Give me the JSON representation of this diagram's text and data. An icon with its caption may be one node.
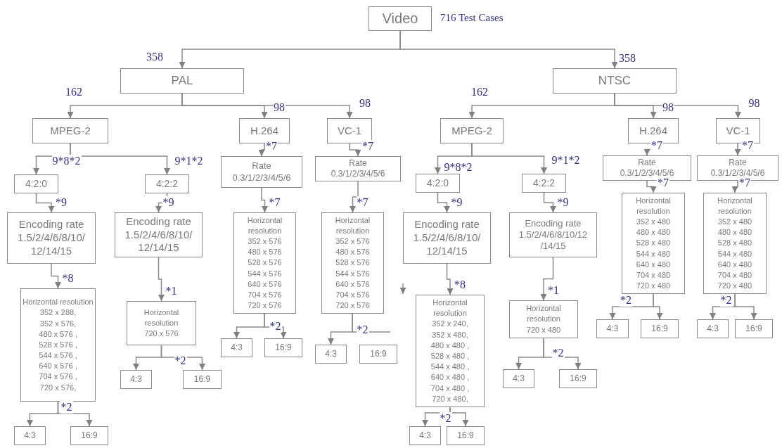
{
  "diagram": {
    "nodes": [
      {
        "text": [
          "Video"
        ],
        "beside": [
          "716 Test Cases"
        ]
      },
      {
        "text": [
          "PAL"
        ]
      },
      {
        "text": [
          "NTSC"
        ]
      },
      {
        "text": [
          "MPEG-2"
        ]
      },
      {
        "text": [
          "H.264"
        ]
      },
      {
        "text": [
          "VC-1"
        ]
      },
      {
        "text": [
          "MPEG-2"
        ]
      },
      {
        "text": [
          "H.264"
        ]
      },
      {
        "text": [
          "VC-1"
        ]
      },
      {
        "text": [
          "4:2:0"
        ]
      },
      {
        "text": [
          "4:2:2"
        ]
      },
      {
        "text": [
          "Rate",
          "0.3/1/2/3/4/5/6"
        ]
      },
      {
        "text": [
          "Rate",
          "0.3/1/2/3/4/5/6"
        ]
      },
      {
        "text": [
          "4:2:0"
        ]
      },
      {
        "text": [
          "4:2:2"
        ]
      },
      {
        "text": [
          "Rate",
          "0.3/1/2/3/4/5/6"
        ]
      },
      {
        "text": [
          "Rate",
          "0.3/1/2/3/4/5/6"
        ]
      },
      {
        "text": [
          "Encoding rate",
          "1.5/2/4/6/8/10/ 12/14/15"
        ]
      },
      {
        "text": [
          "Encoding rate",
          "1.5/2/4/6/8/10/ 12/14/15"
        ]
      },
      {
        "text": [
          "Horizontal resolution",
          "352 x 576",
          "480 x 576",
          "528 x 576",
          "544 x 576",
          "640 x 576",
          "704 x 576",
          "720 x 576"
        ]
      },
      {
        "text": [
          "Horizontal resolution",
          "352 x 576",
          "480 x 576",
          "528 x 576",
          "544 x 576",
          "640 x 576",
          "704 x 576",
          "720 x 576"
        ]
      },
      {
        "text": [
          "Encoding rate",
          "1.5/2/4/6/8/10/ 12/14/15"
        ]
      },
      {
        "text": [
          "Encoding rate",
          "1.5/2/4/6/8/10/12 /14/15"
        ]
      },
      {
        "text": [
          "Horizontal resolution",
          "352 x 480",
          "480 x 480",
          "528 x 480",
          "544 x 480",
          "640 x 480",
          "704 x 480",
          "720 x 480"
        ]
      },
      {
        "text": [
          "Horizontal resolution",
          "352 x 480",
          "480 x 480",
          "528 x 480",
          "544 x 480",
          "640 x 480",
          "704 x 480",
          "720 x 480"
        ]
      },
      {
        "text": [
          "Horizontal resolution",
          "352 x 288,",
          "352 x 576,",
          "480 x 576 ,",
          "528 x 576 ,",
          "544 x 576 ,",
          "640 x 576 ,",
          "704 x 576 ,",
          "720 x 576,"
        ]
      },
      {
        "text": [
          "Horizontal resolution",
          "720 x 576"
        ]
      },
      {
        "text": [
          "Horizontal resolution",
          "352 x 240,",
          "352 x 480,",
          "480 x 480 ,",
          "528 x 480 ,",
          "544 x 480 ,",
          "640 x 480 ,",
          "704 x 480 ,",
          "720 x 480,"
        ]
      },
      {
        "text": [
          "Horizontal resolution",
          "720 x 480"
        ]
      },
      {
        "text": [
          "4:3"
        ]
      },
      {
        "text": [
          "16:9"
        ]
      },
      {
        "text": [
          "4:3"
        ]
      },
      {
        "text": [
          "16:9"
        ]
      },
      {
        "text": [
          "4:3"
        ]
      },
      {
        "text": [
          "16:9"
        ]
      },
      {
        "text": [
          "4:3"
        ]
      },
      {
        "text": [
          "16:9"
        ]
      },
      {
        "text": [
          "4:3"
        ]
      },
      {
        "text": [
          "16:9"
        ]
      },
      {
        "text": [
          "4:3"
        ]
      },
      {
        "text": [
          "16:9"
        ]
      },
      {
        "text": [
          "4:3"
        ]
      },
      {
        "text": [
          "16:9"
        ]
      },
      {
        "text": [
          "4:3"
        ]
      },
      {
        "text": [
          "16:9"
        ]
      }
    ],
    "edges": [
      {
        "from": 0,
        "to": 1,
        "arrow": "to",
        "label": "358"
      },
      {
        "from": 0,
        "to": 2,
        "arrow": "to",
        "label": "358"
      },
      {
        "from": 1,
        "to": 3,
        "arrow": "to",
        "label": "162"
      },
      {
        "from": 1,
        "to": 4,
        "arrow": "to",
        "label": "98"
      },
      {
        "from": 1,
        "to": 5,
        "arrow": "to",
        "label": "98"
      },
      {
        "from": 2,
        "to": 6,
        "arrow": "to",
        "label": "162"
      },
      {
        "from": 2,
        "to": 7,
        "arrow": "to",
        "label": "98"
      },
      {
        "from": 2,
        "to": 8,
        "arrow": "to",
        "label": "98"
      },
      {
        "from": 3,
        "to": 9,
        "arrow": "to",
        "label": "9*8*2"
      },
      {
        "from": 3,
        "to": 10,
        "arrow": "to",
        "label": "9*1*2"
      },
      {
        "from": 4,
        "to": 11,
        "arrow": "to",
        "label": "*7"
      },
      {
        "from": 5,
        "to": 12,
        "arrow": "to",
        "label": "*7"
      },
      {
        "from": 6,
        "to": 13,
        "arrow": "to",
        "label": "9*8*2"
      },
      {
        "from": 6,
        "to": 14,
        "arrow": "to",
        "label": "9*1*2"
      },
      {
        "from": 7,
        "to": 15,
        "arrow": "to",
        "label": "*7"
      },
      {
        "from": 8,
        "to": 16,
        "arrow": "to",
        "label": "*7"
      },
      {
        "from": 9,
        "to": 17,
        "arrow": "to",
        "label": "*9"
      },
      {
        "from": 10,
        "to": 18,
        "arrow": "to",
        "label": "*9"
      },
      {
        "from": 11,
        "to": 19,
        "arrow": "to",
        "label": "*7"
      },
      {
        "from": 12,
        "to": 20,
        "arrow": "to",
        "label": "*7"
      },
      {
        "from": 13,
        "to": 21,
        "arrow": "to",
        "label": "*9"
      },
      {
        "from": 14,
        "to": 22,
        "arrow": "to",
        "label": "*9"
      },
      {
        "from": 15,
        "to": 23,
        "arrow": "to",
        "label": "*7"
      },
      {
        "from": 16,
        "to": 24,
        "arrow": "to",
        "label": "*7"
      },
      {
        "from": 17,
        "to": 25,
        "arrow": "to",
        "label": "*8"
      },
      {
        "from": 18,
        "to": 26,
        "arrow": "to",
        "label": "*1"
      },
      {
        "from": 21,
        "to": 27,
        "arrow": "to",
        "label": "*8"
      },
      {
        "from": 22,
        "to": 28,
        "arrow": "to",
        "label": "*1"
      },
      {
        "from": 25,
        "to": 29,
        "arrow": "to",
        "label": "*2"
      },
      {
        "from": 25,
        "to": 30,
        "arrow": "to"
      },
      {
        "from": 26,
        "to": 31,
        "arrow": "to",
        "label": "*2"
      },
      {
        "from": 26,
        "to": 32,
        "arrow": "to"
      },
      {
        "from": 19,
        "to": 33,
        "arrow": "to",
        "label": "*2"
      },
      {
        "from": 19,
        "to": 34,
        "arrow": "to"
      },
      {
        "from": 20,
        "to": 35,
        "arrow": "to",
        "label": "*2"
      },
      {
        "from": 20,
        "to": null,
        "arrow": "none"
      },
      {
        "from": 27,
        "to": 37,
        "arrow": "to",
        "label": "*2"
      },
      {
        "from": 27,
        "to": 38,
        "arrow": "to"
      },
      {
        "from": 28,
        "to": 39,
        "arrow": "to",
        "label": "*2"
      },
      {
        "from": 28,
        "to": 40,
        "arrow": "to"
      },
      {
        "from": 23,
        "to": 41,
        "arrow": "to",
        "label": "*2"
      },
      {
        "from": 23,
        "to": 42,
        "arrow": "to"
      },
      {
        "from": 24,
        "to": 43,
        "arrow": "to",
        "label": "*2"
      },
      {
        "from": 24,
        "to": 44,
        "arrow": "to"
      }
    ]
  }
}
